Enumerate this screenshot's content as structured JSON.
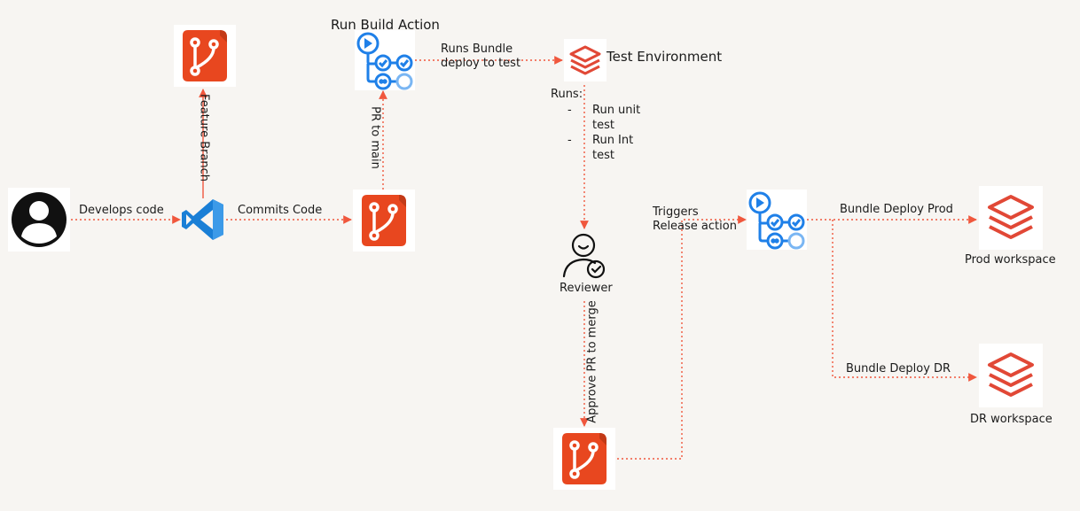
{
  "labels": {
    "run_build_action": "Run Build Action",
    "runs_bundle_line1": "Runs Bundle",
    "runs_bundle_line2": "deploy to test",
    "test_environment": "Test Environment",
    "runs": "Runs:",
    "run_unit_line1": "Run unit",
    "run_unit_line2": "test",
    "run_int_line1": "Run Int",
    "run_int_line2": "test",
    "list_dash": "-",
    "feature_branch": "Feature Branch",
    "pr_to_main": "PR to main",
    "develops_code": "Develops code",
    "commits_code": "Commits Code",
    "reviewer": "Reviewer",
    "approve_pr": "Approve PR to merge",
    "triggers_line1": "Triggers",
    "triggers_line2": "Release action",
    "bundle_deploy_prod": "Bundle Deploy Prod",
    "prod_workspace": "Prod workspace",
    "bundle_deploy_dr": "Bundle Deploy DR",
    "dr_workspace": "DR workspace"
  },
  "colors": {
    "arrow": "#f0573d",
    "git": "#e8471f",
    "git_dark": "#c33a17",
    "actions_blue": "#1f80e8",
    "actions_light": "#7ab6f3",
    "vscode_blue": "#1a7fd6",
    "databricks_red": "#e14836",
    "user_black": "#111111"
  },
  "icons": {
    "user": "user-avatar-icon",
    "vscode": "vscode-icon",
    "git": "git-repo-icon",
    "actions": "github-actions-icon",
    "databricks": "databricks-icon",
    "reviewer": "reviewer-check-icon"
  }
}
